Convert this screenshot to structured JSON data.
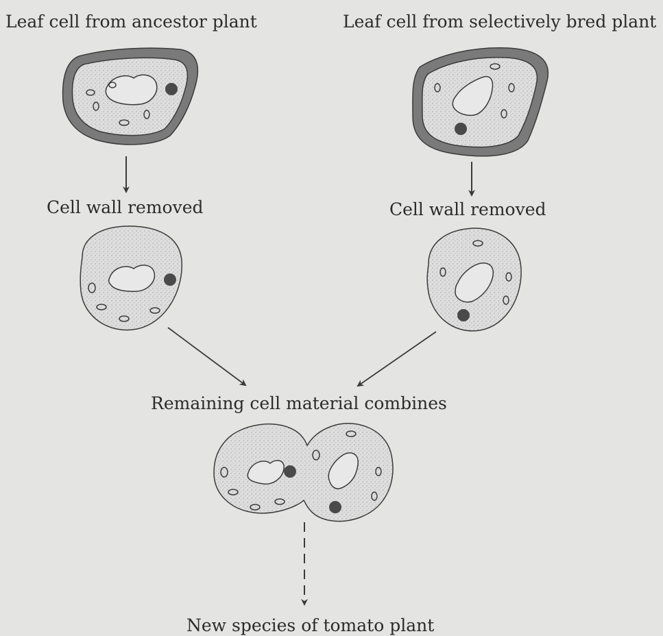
{
  "labels": {
    "ancestor_cell": "Leaf cell from ancestor plant",
    "bred_cell": "Leaf cell from selectively bred plant",
    "wall_removed_left": "Cell wall removed",
    "wall_removed_right": "Cell wall removed",
    "combine": "Remaining cell material combines",
    "result": "New species of tomato plant"
  },
  "colors": {
    "background": "#e4e4e2",
    "cytoplasm": "#dcdcdc",
    "cell_wall": "#7a7a7a",
    "outline": "#3a3a3a",
    "dot": "#4a4a4a",
    "text": "#2b2b2b"
  }
}
